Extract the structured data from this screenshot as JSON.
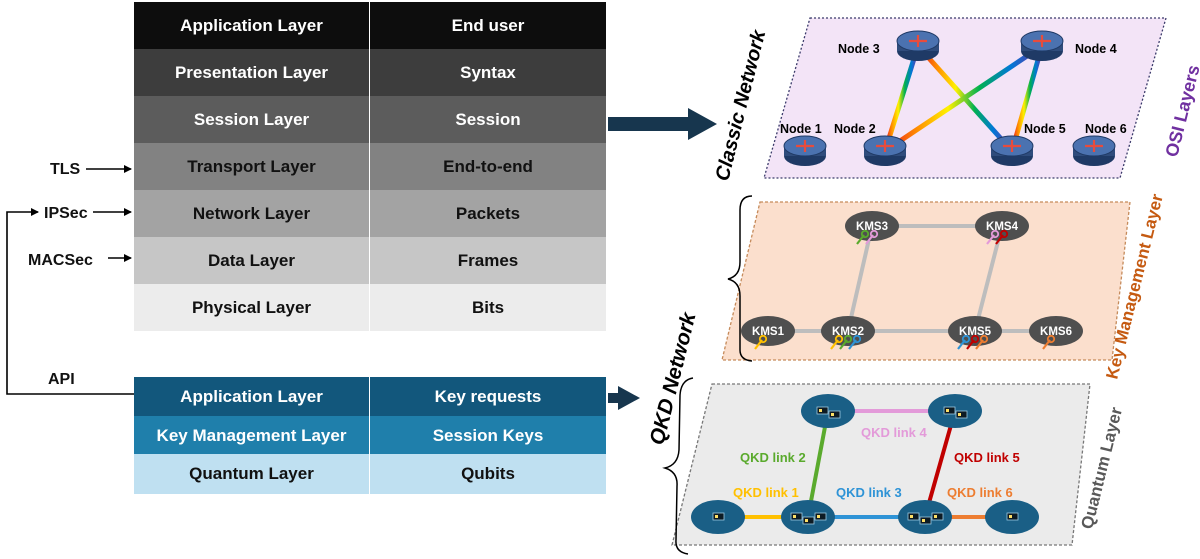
{
  "osi_stack": [
    {
      "layer": "Application Layer",
      "unit": "End user",
      "bg": "#0d0d0d",
      "fg": "#ffffff"
    },
    {
      "layer": "Presentation Layer",
      "unit": "Syntax",
      "bg": "#3d3d3d",
      "fg": "#ffffff"
    },
    {
      "layer": "Session Layer",
      "unit": "Session",
      "bg": "#5c5c5c",
      "fg": "#ffffff"
    },
    {
      "layer": "Transport Layer",
      "unit": "End-to-end",
      "bg": "#828282",
      "fg": "#111111"
    },
    {
      "layer": "Network Layer",
      "unit": "Packets",
      "bg": "#a3a3a3",
      "fg": "#111111"
    },
    {
      "layer": "Data Layer",
      "unit": "Frames",
      "bg": "#c6c6c6",
      "fg": "#111111"
    },
    {
      "layer": "Physical Layer",
      "unit": "Bits",
      "bg": "#ececec",
      "fg": "#111111"
    }
  ],
  "protocols": {
    "tls": "TLS",
    "ipsec": "IPSec",
    "macsec": "MACSec",
    "api": "API"
  },
  "qkd_stack": [
    {
      "layer": "Application Layer",
      "unit": "Key requests",
      "bg": "#12577c",
      "fg": "#ffffff"
    },
    {
      "layer": "Key Management Layer",
      "unit": "Session Keys",
      "bg": "#1f7fab",
      "fg": "#ffffff"
    },
    {
      "layer": "Quantum Layer",
      "unit": "Qubits",
      "bg": "#bfe0f1",
      "fg": "#111111"
    }
  ],
  "labels": {
    "classic_network": "Classic Network",
    "osi_layers": "OSI Layers",
    "qkd_network": "QKD Network",
    "key_management_layer": "Key Management Layer",
    "quantum_layer": "Quantum Layer"
  },
  "classic_nodes": [
    "Node 1",
    "Node 2",
    "Node 3",
    "Node 4",
    "Node 5",
    "Node 6"
  ],
  "kms_nodes": [
    "KMS1",
    "KMS2",
    "KMS3",
    "KMS4",
    "KMS5",
    "KMS6"
  ],
  "qkd_links": [
    "QKD link 1",
    "QKD link 2",
    "QKD link 3",
    "QKD link 4",
    "QKD link 5",
    "QKD link 6"
  ],
  "colors": {
    "osi_panel": "#f3e4f7",
    "osi_label": "#7030a0",
    "kms_panel": "#fbdfcd",
    "kms_label": "#c55a11",
    "quantum_panel": "#ebebeb",
    "quantum_label": "#595959",
    "node_fill": "#2f4c7c",
    "kms_fill": "#4f4f4f",
    "qdevice_fill": "#1a5f86",
    "kms_link": "#bdbdbd",
    "arrow": "#17364e",
    "link1": "#ffc000",
    "link2": "#5aaa2d",
    "link3": "#2e93d6",
    "link4": "#e39ad9",
    "link5": "#c00000",
    "link6": "#ed7d31"
  }
}
